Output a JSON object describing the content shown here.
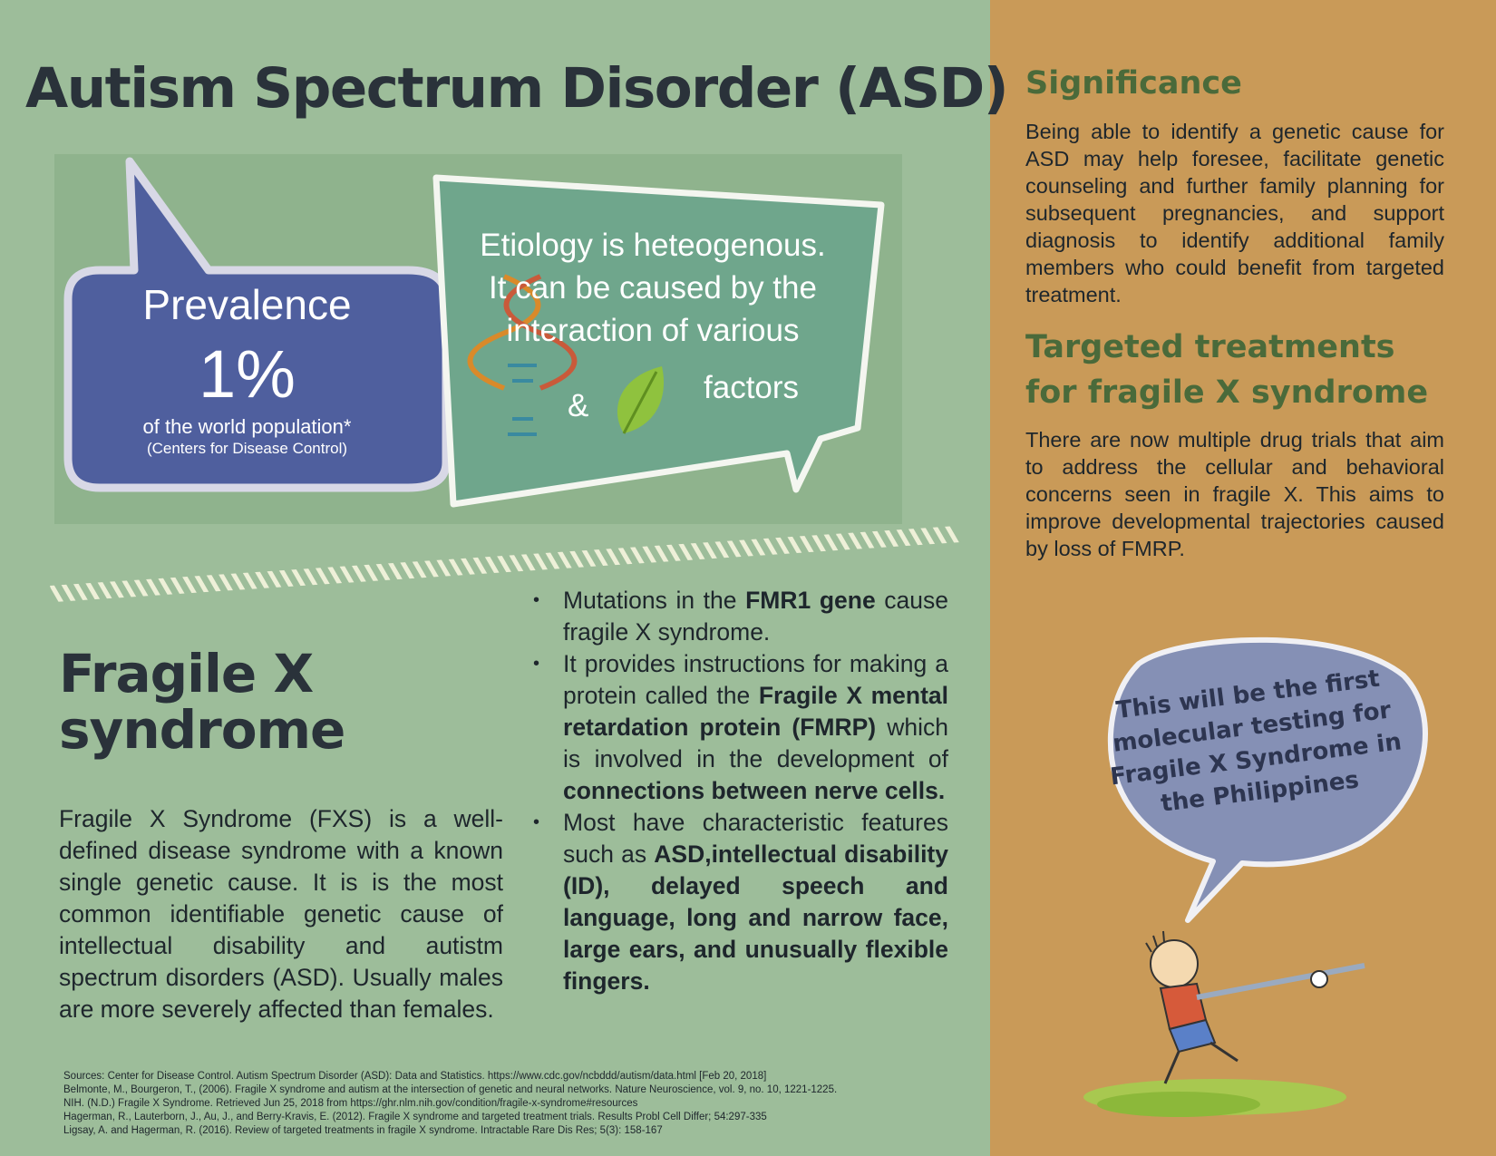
{
  "title": "Autism Spectrum Disorder (ASD)",
  "prevalence": {
    "label": "Prevalence",
    "value": "1%",
    "description": "of the world population*",
    "source": "(Centers for Disease Control)"
  },
  "etiology": {
    "text_lines": [
      "Etiology is heteogenous.",
      "It can be caused by the",
      "interaction of various"
    ],
    "ampersand": "&",
    "factors": "factors",
    "icons": [
      "dna-icon",
      "leaf-icon"
    ]
  },
  "fragile_x": {
    "title_lines": [
      "Fragile X",
      "syndrome"
    ],
    "description": "Fragile X Syndrome (FXS) is a well-defined disease syndrome with a known single genetic cause. It is is the most common identifiable genetic cause of intellectual disability and autistm spectrum disorders (ASD). Usually males are more severely affected than females."
  },
  "bullets": [
    [
      {
        "t": "Mutations in the ",
        "b": false
      },
      {
        "t": "FMR1 gene",
        "b": true
      },
      {
        "t": " cause fragile X syndrome.",
        "b": false
      }
    ],
    [
      {
        "t": "It provides instructions for making a protein called the ",
        "b": false
      },
      {
        "t": "Fragile X mental retardation protein (FMRP)",
        "b": true
      },
      {
        "t": " which is involved in the development of ",
        "b": false
      },
      {
        "t": "connections between nerve cells.",
        "b": true
      }
    ],
    [
      {
        "t": "Most have characteristic features such as ",
        "b": false
      },
      {
        "t": "ASD,intellectual disability (ID), delayed speech and language, long and narrow face, large ears, and unusually flexible fingers.",
        "b": true
      }
    ]
  ],
  "significance": {
    "heading": "Significance",
    "text": "Being able to identify a genetic cause for ASD may help foresee, facilitate genetic counseling and further family planning for subsequent pregnancies, and support diagnosis to identify additional family members who could benefit from targeted treatment."
  },
  "targeted": {
    "heading": "Targeted treatments for fragile X syndrome",
    "text": "There are now multiple drug trials that aim to address the cellular and behavioral concerns seen in fragile X. This aims to improve developmental trajectories caused by loss of FMRP."
  },
  "callout": {
    "lines": [
      "This will be the first",
      "molecular testing for",
      "Fragile X Syndrome in",
      "the Philippines"
    ]
  },
  "sources": [
    "Sources: Center for Disease Control. Autism Spectrum Disorder (ASD): Data and Statistics. https://www.cdc.gov/ncbddd/autism/data.html [Feb 20, 2018]",
    "Belmonte, M., Bourgeron, T., (2006). Fragile X syndrome and autism at the intersection of genetic and neural networks. Nature Neuroscience, vol. 9, no. 10, 1221-1225.",
    "NIH. (N.D.) Fragile X Syndrome. Retrieved Jun 25, 2018 from https://ghr.nlm.nih.gov/condition/fragile-x-syndrome#resources",
    "Hagerman, R., Lauterborn, J., Au, J., and Berry-Kravis, E. (2012). Fragile X syndrome and targeted treatment trials. Results Probl Cell Differ; 54:297-335",
    "Ligsay, A. and Hagerman, R. (2016). Review of targeted treatments in fragile X syndrome. Intractable Rare Dis Res; 5(3): 158-167"
  ],
  "colors": {
    "left_bg": "#9dbd9a",
    "right_bg": "#c99a58",
    "title_text": "#2a323a",
    "heading_green": "#4a6a3a",
    "prevalence_bubble": "#4f5f9e",
    "etiology_bubble": "#6fa68c",
    "callout_bubble": "#8590b5"
  }
}
